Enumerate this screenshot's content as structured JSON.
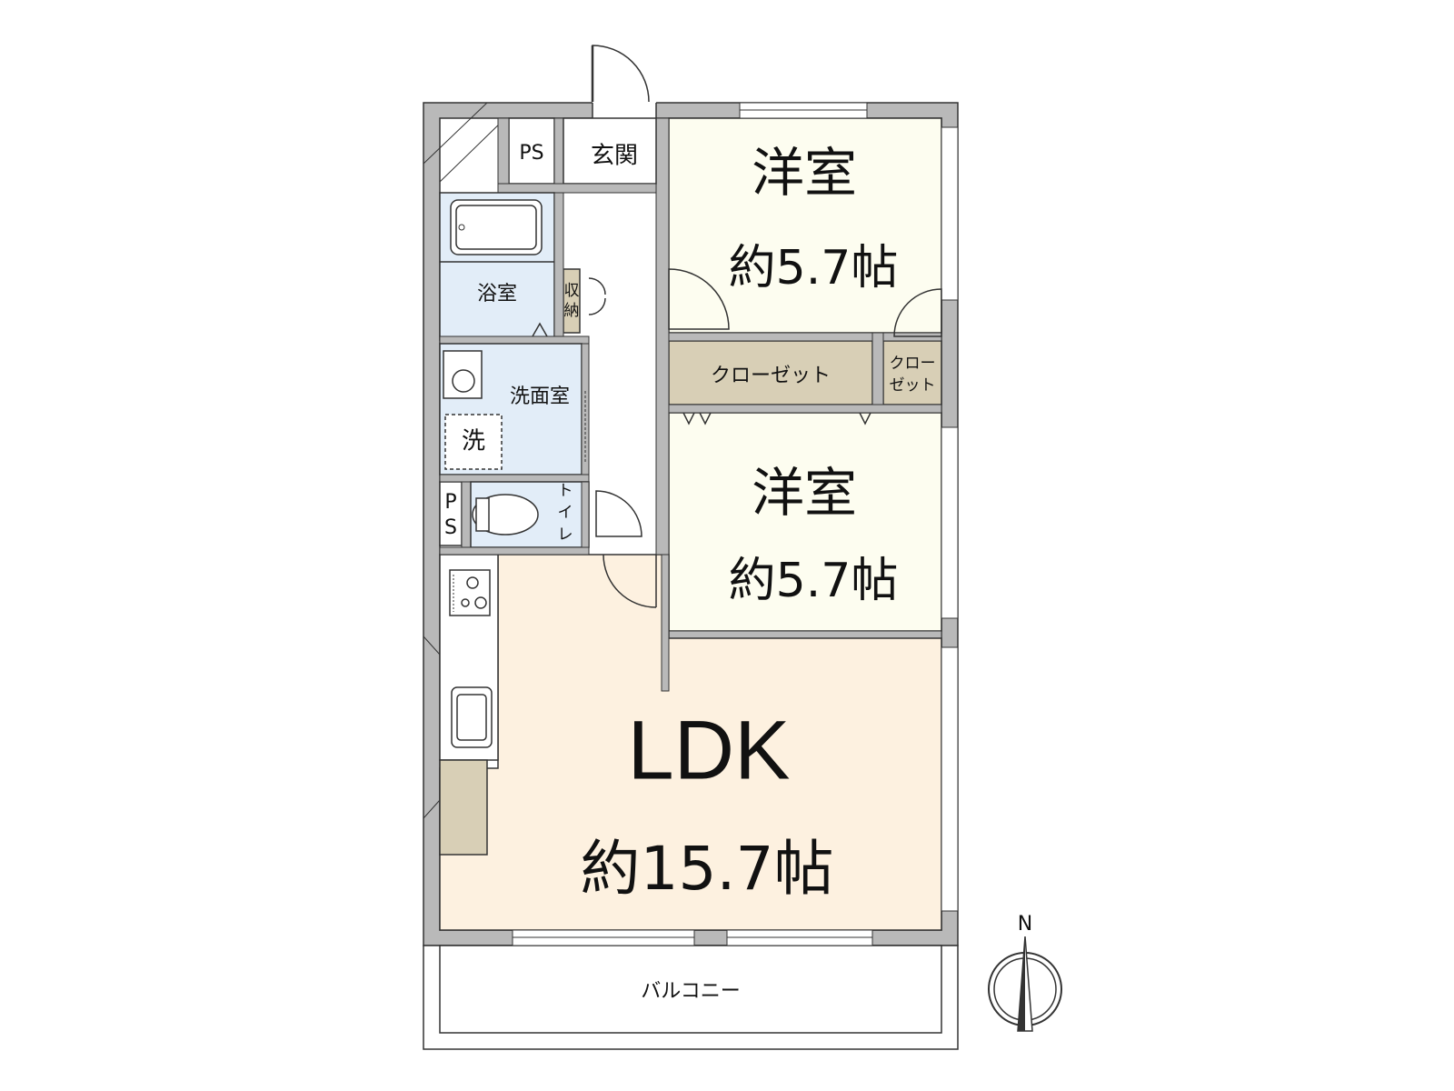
{
  "rooms": {
    "western_room_1": {
      "name": "洋室",
      "size": "約5.7帖"
    },
    "western_room_2": {
      "name": "洋室",
      "size": "約5.7帖"
    },
    "ldk": {
      "name": "LDK",
      "size": "約15.7帖"
    },
    "entrance": "玄関",
    "ps_top": "PS",
    "ps_left_1": "P",
    "ps_left_2": "S",
    "bath": "浴室",
    "storage_1": "収",
    "storage_2": "納",
    "washroom": "洗面室",
    "washer": "洗",
    "toilet_1": "ト",
    "toilet_2": "イ",
    "toilet_3": "レ",
    "closet_large": "クローゼット",
    "closet_small_1": "クロー",
    "closet_small_2": "ゼット",
    "balcony": "バルコニー"
  },
  "compass": {
    "north": "N"
  },
  "colors": {
    "western_room": "#fdfdf0",
    "ldk": "#fdf1e0",
    "wet_area": "#e2edf8",
    "storage": "#d8cfb6",
    "wall": "#b9b9b9",
    "closet": "#d8cfb6"
  }
}
